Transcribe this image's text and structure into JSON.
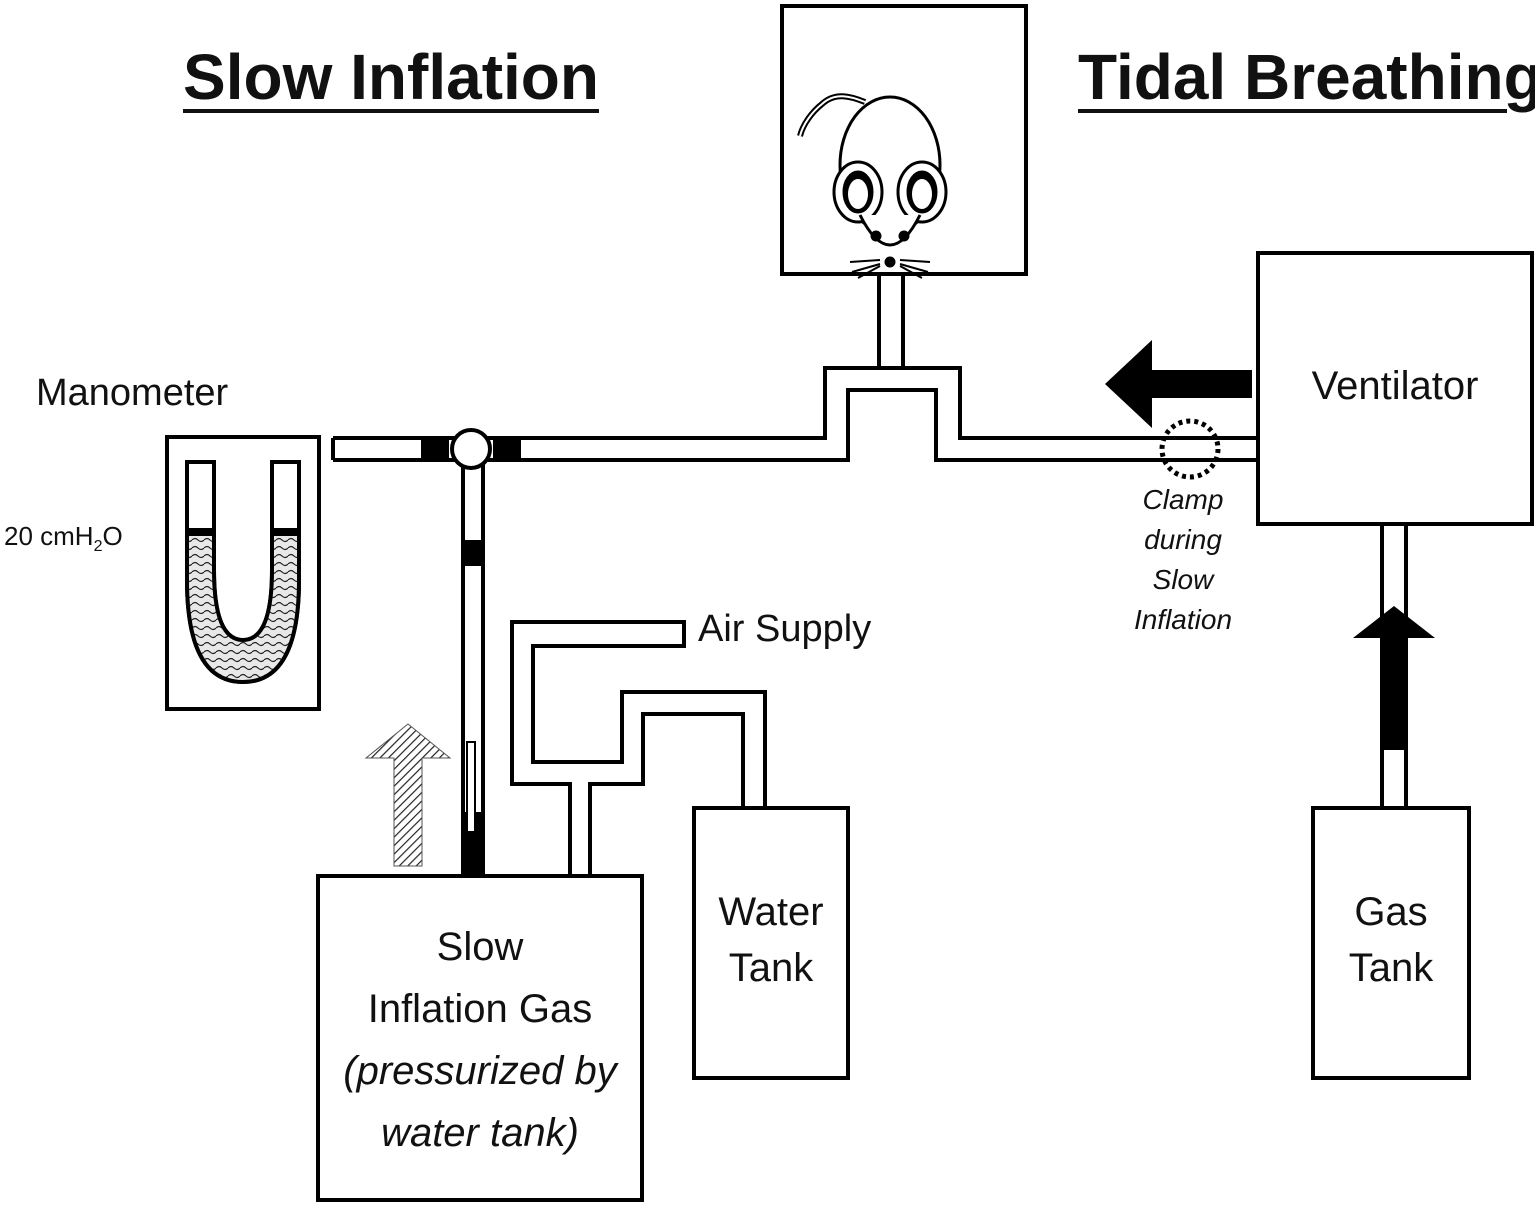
{
  "titles": {
    "left": "Slow Inflation",
    "right": "Tidal Breathing"
  },
  "labels": {
    "manometer": "Manometer",
    "pressure_value": "20 cmH",
    "pressure_sub": "2",
    "pressure_tail": "O",
    "air_supply": "Air Supply",
    "clamp_lines": [
      "Clamp",
      "during",
      "Slow",
      "Inflation"
    ],
    "ventilator": "Ventilator",
    "gas_tank_lines": [
      "Gas",
      "Tank"
    ],
    "water_tank_lines": [
      "Water",
      "Tank"
    ],
    "slow_gas_lines": [
      "Slow",
      "Inflation Gas"
    ],
    "slow_gas_note_lines": [
      "(pressurized by",
      "water tank)"
    ]
  },
  "icons": {
    "subject": "mouse-icon",
    "valve": "three-way-valve-icon",
    "flow_left": "arrow-left-icon",
    "flow_up": "arrow-up-icon",
    "flow_up_hatched": "hatched-arrow-up-icon"
  }
}
